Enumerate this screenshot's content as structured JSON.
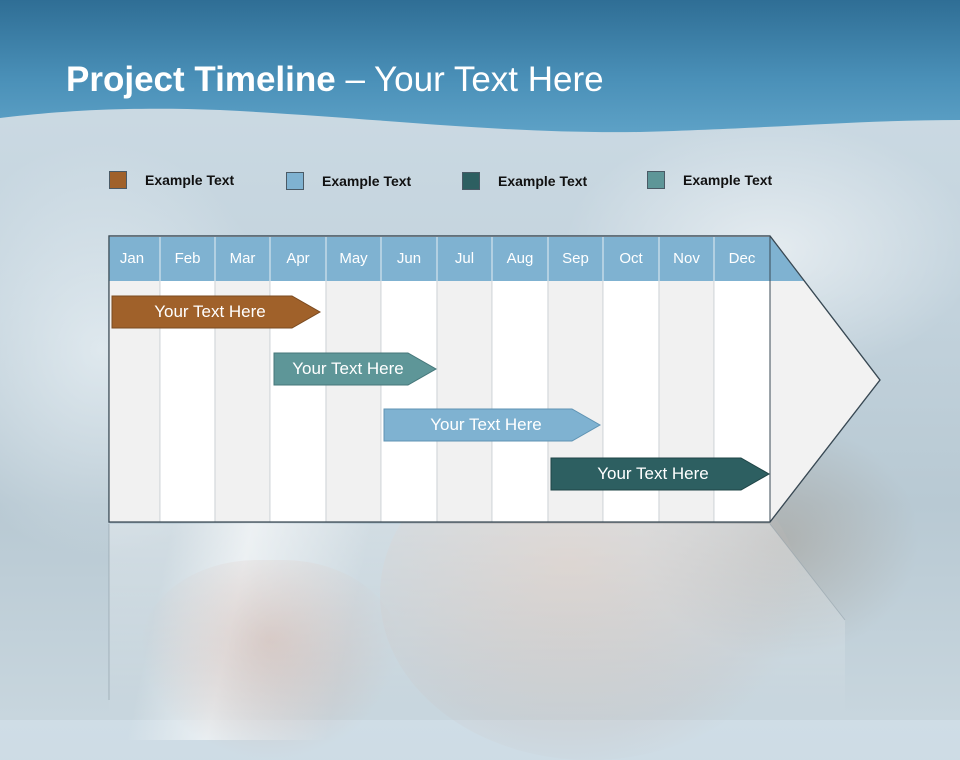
{
  "slide": {
    "title_main": "Project Timeline",
    "title_rest": " – Your Text Here"
  },
  "legend": [
    {
      "label": "Example Text",
      "color": "#a0612a"
    },
    {
      "label": "Example Text",
      "color": "#7fb2d1"
    },
    {
      "label": "Example Text",
      "color": "#2d5f61"
    },
    {
      "label": "Example Text",
      "color": "#5e9698"
    }
  ],
  "months": [
    "Jan",
    "Feb",
    "Mar",
    "Apr",
    "May",
    "Jun",
    "Jul",
    "Aug",
    "Sep",
    "Oct",
    "Nov",
    "Dec"
  ],
  "bars": [
    {
      "label": "Your  Text Here",
      "color": "#a0612a",
      "text_color": "#ffffff"
    },
    {
      "label": "Your  Text Here",
      "color": "#5e9698",
      "text_color": "#ffffff"
    },
    {
      "label": "Your  Text Here",
      "color": "#7fb2d1",
      "text_color": "#ffffff"
    },
    {
      "label": "Your  Text Here",
      "color": "#2d5f61",
      "text_color": "#ffffff"
    }
  ],
  "colors": {
    "header": "#3f86ad",
    "month_header": "#7fb2d1",
    "column_light": "#f1f1f1",
    "column_white": "#ffffff"
  }
}
